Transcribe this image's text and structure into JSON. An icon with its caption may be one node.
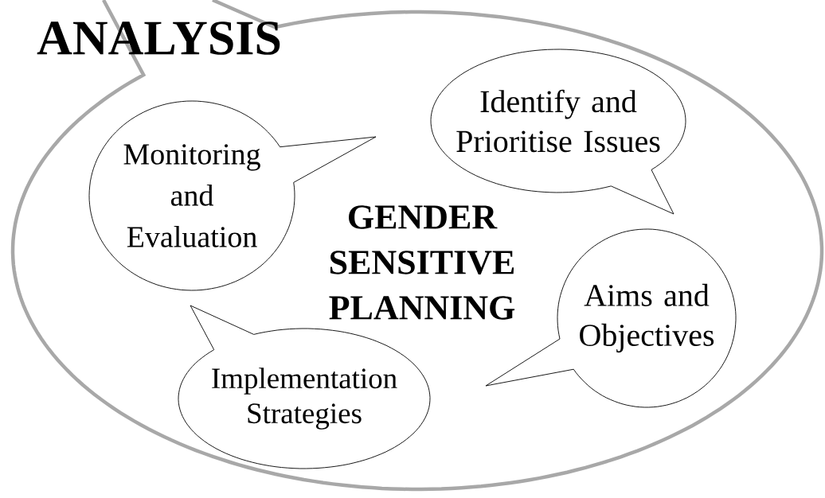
{
  "diagram": {
    "nodes": [
      {
        "text": [
          "ANALYSIS",
          "GENDER SENSITIVE PLANNING"
        ]
      },
      {
        "text": [
          "Identify and Prioritise Issues"
        ],
        "in": 0
      },
      {
        "text": [
          "Monitoring and Evaluation"
        ],
        "in": 0
      },
      {
        "text": [
          "Aims and Objectives"
        ],
        "in": 0
      },
      {
        "text": [
          "Implementation Strategies"
        ],
        "in": 0
      }
    ]
  }
}
